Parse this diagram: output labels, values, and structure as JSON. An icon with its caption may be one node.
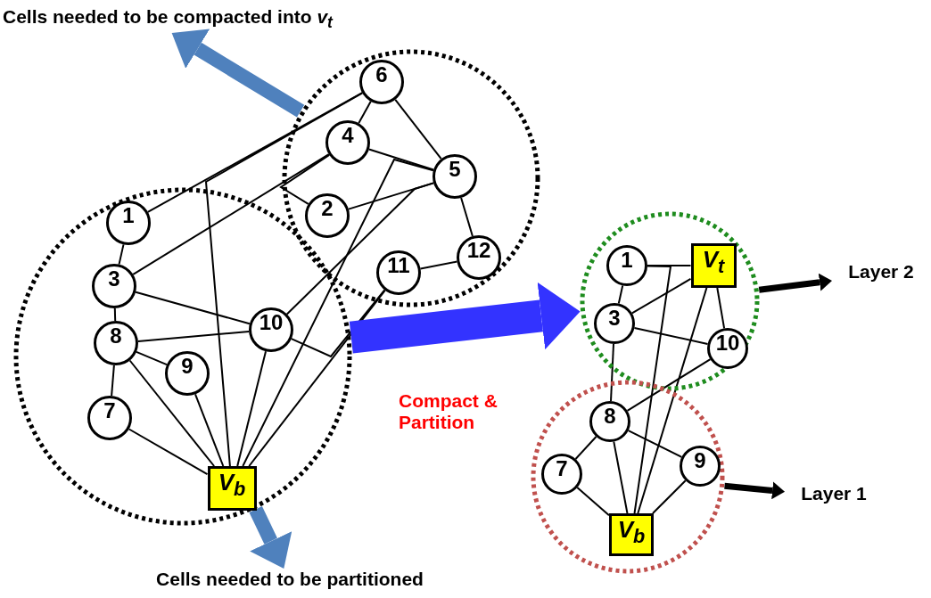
{
  "diagram": {
    "nodes": [
      {
        "text": [
          "Cells needed to be compacted into *v*$_{t}$"
        ]
      },
      {
        "text": [],
        "shape": "circle"
      },
      {
        "text": [
          "6"
        ],
        "in": 1
      },
      {
        "text": [
          "4"
        ],
        "in": 1
      },
      {
        "text": [
          "5"
        ],
        "in": 1
      },
      {
        "text": [
          "2"
        ],
        "in": 1
      },
      {
        "text": [
          "12"
        ],
        "in": 1
      },
      {
        "text": [
          "11"
        ],
        "in": 1
      },
      {
        "text": [],
        "shape": "circle"
      },
      {
        "text": [
          "1"
        ],
        "in": 8
      },
      {
        "text": [
          "3"
        ],
        "in": 8
      },
      {
        "text": [
          "10"
        ],
        "in": 8
      },
      {
        "text": [
          "8"
        ],
        "in": 8
      },
      {
        "text": [
          "9"
        ],
        "in": 8
      },
      {
        "text": [
          "7"
        ],
        "in": 8
      },
      {
        "text": [
          "V$_{b}$"
        ],
        "in": 8
      },
      {
        "text": [],
        "shape": "circle"
      },
      {
        "text": [
          "1"
        ],
        "in": 16
      },
      {
        "text": [
          "V$_{t}$"
        ],
        "in": 16
      },
      {
        "text": [
          "3"
        ],
        "in": 16
      },
      {
        "text": [
          "10"
        ],
        "in": 16
      },
      {
        "text": [
          "Layer  2"
        ]
      },
      {
        "text": [],
        "shape": "circle"
      },
      {
        "text": [
          "8"
        ],
        "in": 22
      },
      {
        "text": [
          "7"
        ],
        "in": 22
      },
      {
        "text": [
          "9"
        ],
        "in": 22
      },
      {
        "text": [
          "V$_{b}$"
        ],
        "in": 22
      },
      {
        "text": [
          "Layer  1"
        ]
      },
      {
        "text": [
          "Cells needed to be partitioned"
        ]
      }
    ],
    "edges": [
      {
        "from": 9,
        "to": 2,
        "arrow": "none"
      },
      {
        "from": 2,
        "to": 3,
        "arrow": "none"
      },
      {
        "from": 2,
        "to": 4,
        "arrow": "none"
      },
      {
        "from": 3,
        "to": 4,
        "arrow": "none"
      },
      {
        "from": 10,
        "to": 3,
        "arrow": "none"
      },
      {
        "from": 5,
        "to": 3,
        "arrow": "none"
      },
      {
        "from": 5,
        "to": 4,
        "arrow": "none"
      },
      {
        "from": 4,
        "to": 6,
        "arrow": "none"
      },
      {
        "from": 7,
        "to": 6,
        "arrow": "none"
      },
      {
        "from": 9,
        "to": 10,
        "arrow": "none"
      },
      {
        "from": 10,
        "to": 12,
        "arrow": "none"
      },
      {
        "from": 10,
        "to": 11,
        "arrow": "none"
      },
      {
        "from": 12,
        "to": 11,
        "arrow": "none"
      },
      {
        "from": 12,
        "to": 13,
        "arrow": "none"
      },
      {
        "from": 12,
        "to": 14,
        "arrow": "none"
      },
      {
        "from": 14,
        "to": 15,
        "arrow": "none"
      },
      {
        "from": 12,
        "to": 15,
        "arrow": "none"
      },
      {
        "from": 13,
        "to": 15,
        "arrow": "none"
      },
      {
        "from": 15,
        "to": 2,
        "arrow": "none"
      },
      {
        "from": 11,
        "to": 15,
        "arrow": "none"
      },
      {
        "from": 15,
        "to": 4,
        "arrow": "none"
      },
      {
        "from": 11,
        "to": 4,
        "arrow": "none"
      },
      {
        "from": 15,
        "to": 7,
        "arrow": "none"
      },
      {
        "from": 11,
        "to": 7,
        "arrow": "none"
      },
      {
        "from": 17,
        "to": 18,
        "arrow": "none"
      },
      {
        "from": 17,
        "to": 19,
        "arrow": "none"
      },
      {
        "from": 19,
        "to": 18,
        "arrow": "none"
      },
      {
        "from": 18,
        "to": 20,
        "arrow": "none"
      },
      {
        "from": 19,
        "to": 20,
        "arrow": "none"
      },
      {
        "from": 19,
        "to": 23,
        "arrow": "none"
      },
      {
        "from": 20,
        "to": 23,
        "arrow": "none"
      },
      {
        "from": 23,
        "to": 24,
        "arrow": "none"
      },
      {
        "from": 23,
        "to": 25,
        "arrow": "none"
      },
      {
        "from": 23,
        "to": 26,
        "arrow": "none"
      },
      {
        "from": 24,
        "to": 26,
        "arrow": "none"
      },
      {
        "from": 25,
        "to": 26,
        "arrow": "none"
      },
      {
        "from": 18,
        "to": 26,
        "arrow": "none"
      },
      {
        "from": 17,
        "to": 26,
        "arrow": "none"
      },
      {
        "from": 1,
        "to": 0,
        "arrow": "to",
        "style": "thick",
        "color": "#4f81bd"
      },
      {
        "from": 8,
        "to": 28,
        "arrow": "to",
        "style": "thick",
        "color": "#4f81bd"
      },
      {
        "from": 8,
        "to": 16,
        "arrow": "to",
        "label": "Compact & Partition",
        "style": "thick",
        "color": "#3333ff"
      },
      {
        "from": 16,
        "to": 21,
        "arrow": "to",
        "style": "thick"
      },
      {
        "from": 22,
        "to": 27,
        "arrow": "to",
        "style": "thick"
      }
    ]
  }
}
